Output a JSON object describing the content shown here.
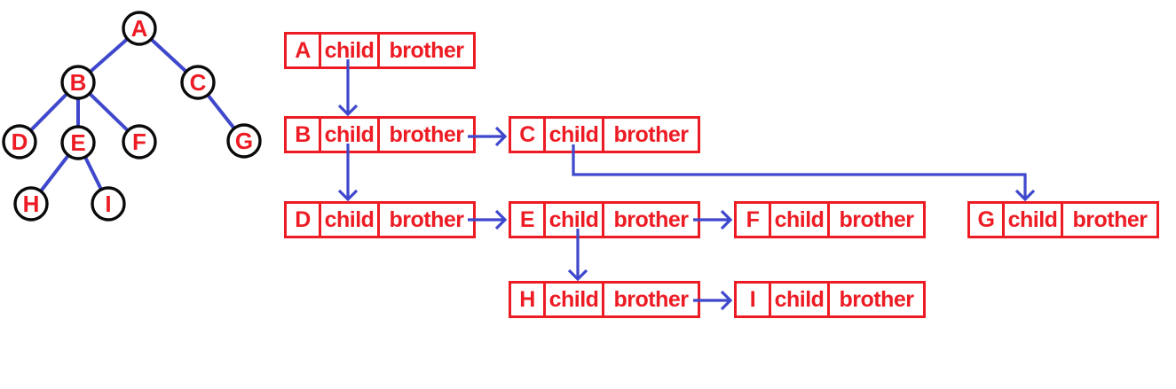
{
  "labels": {
    "child": "child",
    "brother": "brother"
  },
  "colors": {
    "red": "#ED1C24",
    "blue": "#3F48CC",
    "node_outline": "#0A0A0A",
    "background": "#FFFFFF"
  },
  "tree": {
    "nodes": [
      {
        "label": "A"
      },
      {
        "label": "B"
      },
      {
        "label": "C"
      },
      {
        "label": "D"
      },
      {
        "label": "E"
      },
      {
        "label": "F"
      },
      {
        "label": "G"
      },
      {
        "label": "H"
      },
      {
        "label": "I"
      }
    ],
    "edges": [
      [
        "A",
        "B"
      ],
      [
        "A",
        "C"
      ],
      [
        "B",
        "D"
      ],
      [
        "B",
        "E"
      ],
      [
        "B",
        "F"
      ],
      [
        "C",
        "G"
      ],
      [
        "E",
        "H"
      ],
      [
        "E",
        "I"
      ]
    ]
  },
  "list": {
    "nodes": [
      {
        "letter": "A"
      },
      {
        "letter": "B"
      },
      {
        "letter": "C"
      },
      {
        "letter": "D"
      },
      {
        "letter": "E"
      },
      {
        "letter": "F"
      },
      {
        "letter": "G"
      },
      {
        "letter": "H"
      },
      {
        "letter": "I"
      }
    ],
    "pointers": [
      {
        "from": "A",
        "field": "child",
        "to": "B"
      },
      {
        "from": "B",
        "field": "brother",
        "to": "C"
      },
      {
        "from": "B",
        "field": "child",
        "to": "D"
      },
      {
        "from": "C",
        "field": "child",
        "to": "G"
      },
      {
        "from": "D",
        "field": "brother",
        "to": "E"
      },
      {
        "from": "E",
        "field": "brother",
        "to": "F"
      },
      {
        "from": "E",
        "field": "child",
        "to": "H"
      },
      {
        "from": "H",
        "field": "brother",
        "to": "I"
      }
    ]
  }
}
